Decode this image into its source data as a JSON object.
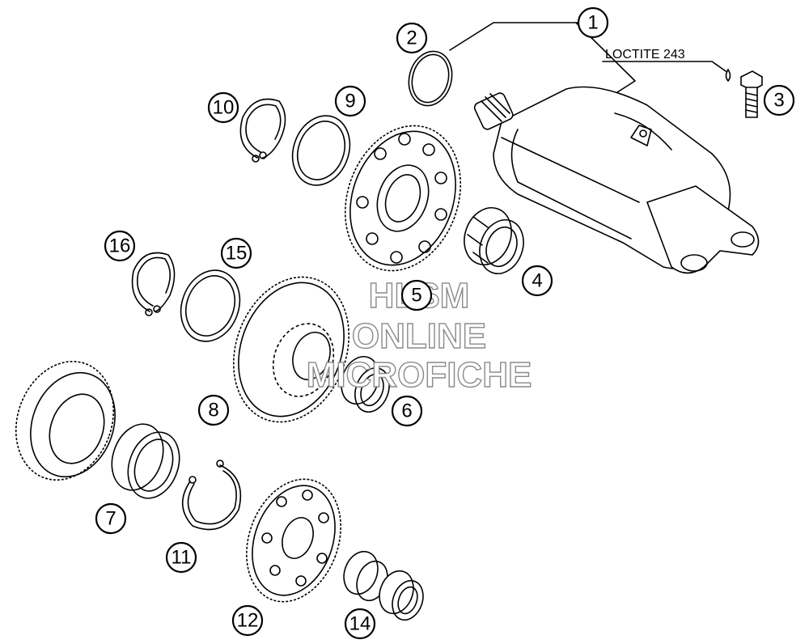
{
  "note": "LOCTITE 243",
  "callouts": [
    "1",
    "2",
    "3",
    "4",
    "5",
    "6",
    "7",
    "8",
    "9",
    "10",
    "11",
    "12",
    "14",
    "15",
    "16"
  ],
  "watermark": [
    "HLSM",
    "ONLINE",
    "MICROFICHE"
  ]
}
